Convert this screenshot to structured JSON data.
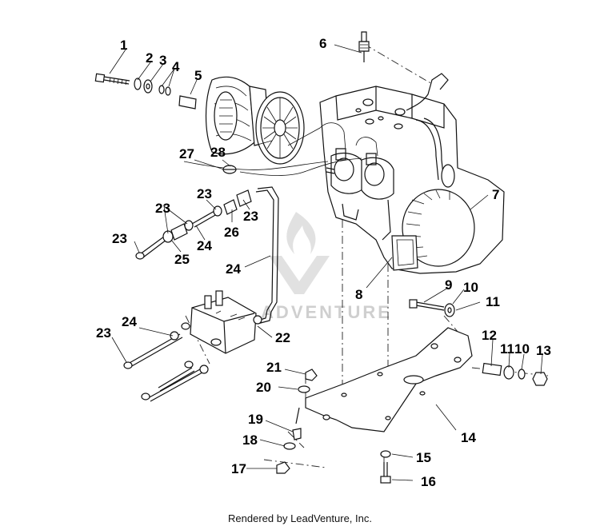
{
  "diagram": {
    "callouts": [
      {
        "id": "c1",
        "text": "1"
      },
      {
        "id": "c2",
        "text": "2"
      },
      {
        "id": "c3",
        "text": "3"
      },
      {
        "id": "c4",
        "text": "4"
      },
      {
        "id": "c5",
        "text": "5"
      },
      {
        "id": "c6",
        "text": "6"
      },
      {
        "id": "c7",
        "text": "7"
      },
      {
        "id": "c8",
        "text": "8"
      },
      {
        "id": "c9",
        "text": "9"
      },
      {
        "id": "c10a",
        "text": "10"
      },
      {
        "id": "c11a",
        "text": "11"
      },
      {
        "id": "c12",
        "text": "12"
      },
      {
        "id": "c11b",
        "text": "11"
      },
      {
        "id": "c10b",
        "text": "10"
      },
      {
        "id": "c13",
        "text": "13"
      },
      {
        "id": "c14",
        "text": "14"
      },
      {
        "id": "c15",
        "text": "15"
      },
      {
        "id": "c16",
        "text": "16"
      },
      {
        "id": "c17",
        "text": "17"
      },
      {
        "id": "c18",
        "text": "18"
      },
      {
        "id": "c19",
        "text": "19"
      },
      {
        "id": "c20",
        "text": "20"
      },
      {
        "id": "c21",
        "text": "21"
      },
      {
        "id": "c22",
        "text": "22"
      },
      {
        "id": "c23a",
        "text": "23"
      },
      {
        "id": "c23b",
        "text": "23"
      },
      {
        "id": "c23c",
        "text": "23"
      },
      {
        "id": "c23d",
        "text": "23"
      },
      {
        "id": "c23e",
        "text": "23"
      },
      {
        "id": "c24a",
        "text": "24"
      },
      {
        "id": "c24b",
        "text": "24"
      },
      {
        "id": "c24c",
        "text": "24"
      },
      {
        "id": "c25",
        "text": "25"
      },
      {
        "id": "c26",
        "text": "26"
      },
      {
        "id": "c27",
        "text": "27"
      },
      {
        "id": "c28",
        "text": "28"
      }
    ],
    "watermark": "ADVENTURE"
  },
  "footer": {
    "text": "Rendered by LeadVenture, Inc."
  }
}
